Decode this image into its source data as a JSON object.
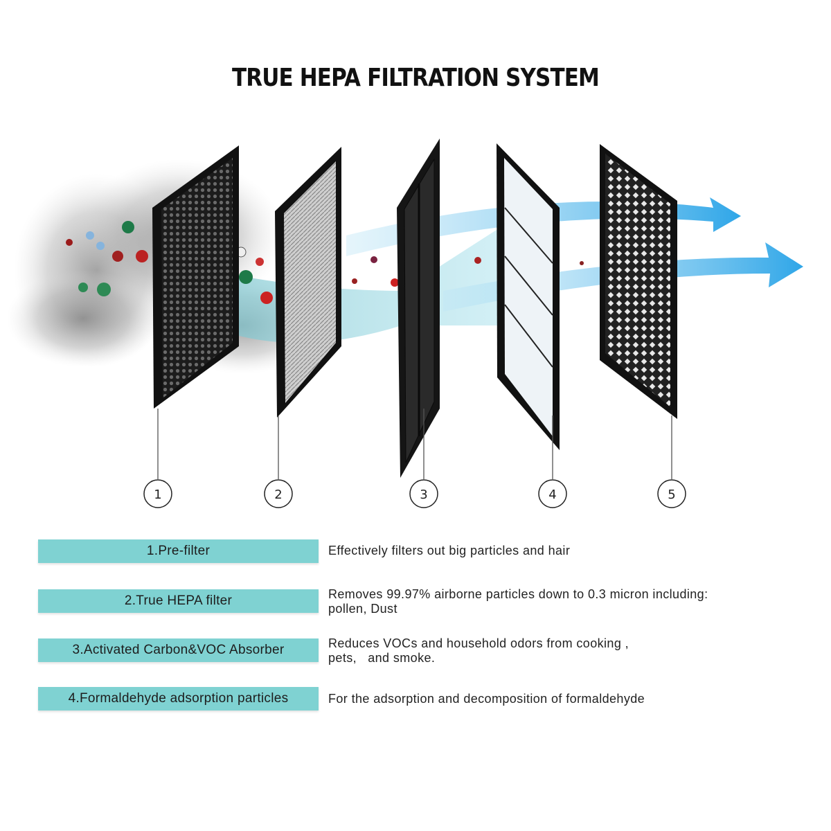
{
  "title": "TRUE HEPA FILTRATION SYSTEM",
  "markers": [
    "1",
    "2",
    "3",
    "4",
    "5"
  ],
  "colors": {
    "label_bg": "#7fd2d2",
    "airflow": "#3fb0e6",
    "frame": "#1a1a1a"
  },
  "rows": [
    {
      "label": "1.Pre-filter",
      "desc_lines": [
        "Effectively filters out big particles and hair"
      ]
    },
    {
      "label": "2.True HEPA filter",
      "desc_lines": [
        "Removes 99.97% airborne particles down to 0.3 micron including:",
        "pollen, Dust"
      ]
    },
    {
      "label": "3.Activated Carbon&VOC Absorber",
      "desc_lines": [
        "Reduces VOCs and household odors from cooking ,",
        "pets,   and smoke."
      ]
    },
    {
      "label": "4.Formaldehyde  adsorption particles",
      "desc_lines": [
        "For the adsorption and decomposition of formaldehyde"
      ]
    }
  ]
}
